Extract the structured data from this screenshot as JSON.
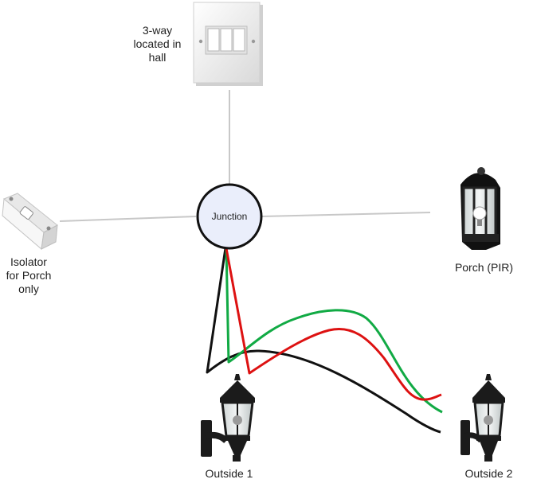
{
  "labels": {
    "switch": [
      "3-way",
      "located in",
      "hall"
    ],
    "isolator": [
      "Isolator",
      "for Porch",
      "only"
    ],
    "porch": "Porch (PIR)",
    "outside1": "Outside 1",
    "outside2": "Outside 2",
    "junction": "Junction"
  },
  "colors": {
    "line_grey": "#c8c8c8",
    "wire_black": "#111111",
    "wire_red": "#dd1111",
    "wire_green": "#11aa44",
    "junction_fill": "#eaeefb",
    "junction_stroke": "#111111"
  },
  "icons": [
    "light-switch-icon",
    "isolator-switch-icon",
    "porch-lantern-icon",
    "wall-lantern-icon"
  ]
}
